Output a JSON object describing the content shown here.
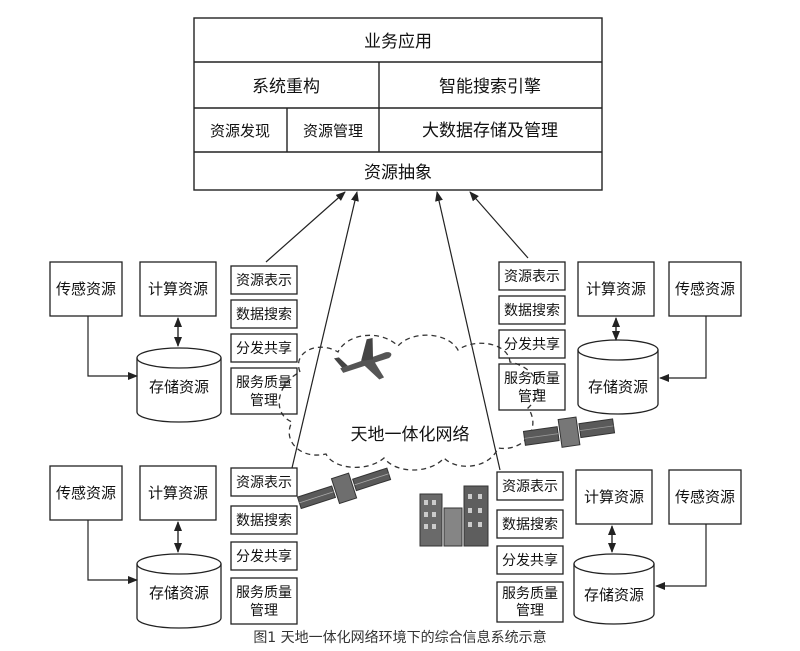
{
  "top_stack": {
    "business": "业务应用",
    "reconstruct": "系统重构",
    "search_engine": "智能搜索引擎",
    "discovery": "资源发现",
    "management": "资源管理",
    "bigdata": "大数据存储及管理",
    "abstraction": "资源抽象"
  },
  "network_label": "天地一体化网络",
  "nodes": [
    {
      "sensing": "传感资源",
      "compute": "计算资源",
      "storage": "存储资源",
      "services": [
        "资源表示",
        "数据搜索",
        "分发共享"
      ],
      "qos": [
        "服务质量",
        "管理"
      ]
    },
    {
      "sensing": "传感资源",
      "compute": "计算资源",
      "storage": "存储资源",
      "services": [
        "资源表示",
        "数据搜索",
        "分发共享"
      ],
      "qos": [
        "服务质量",
        "管理"
      ]
    },
    {
      "sensing": "传感资源",
      "compute": "计算资源",
      "storage": "存储资源",
      "services": [
        "资源表示",
        "数据搜索",
        "分发共享"
      ],
      "qos": [
        "服务质量",
        "管理"
      ]
    },
    {
      "sensing": "传感资源",
      "compute": "计算资源",
      "storage": "存储资源",
      "services": [
        "资源表示",
        "数据搜索",
        "分发共享"
      ],
      "qos": [
        "服务质量",
        "管理"
      ]
    }
  ],
  "caption": "图1   天地一体化网络环境下的综合信息系统示意"
}
